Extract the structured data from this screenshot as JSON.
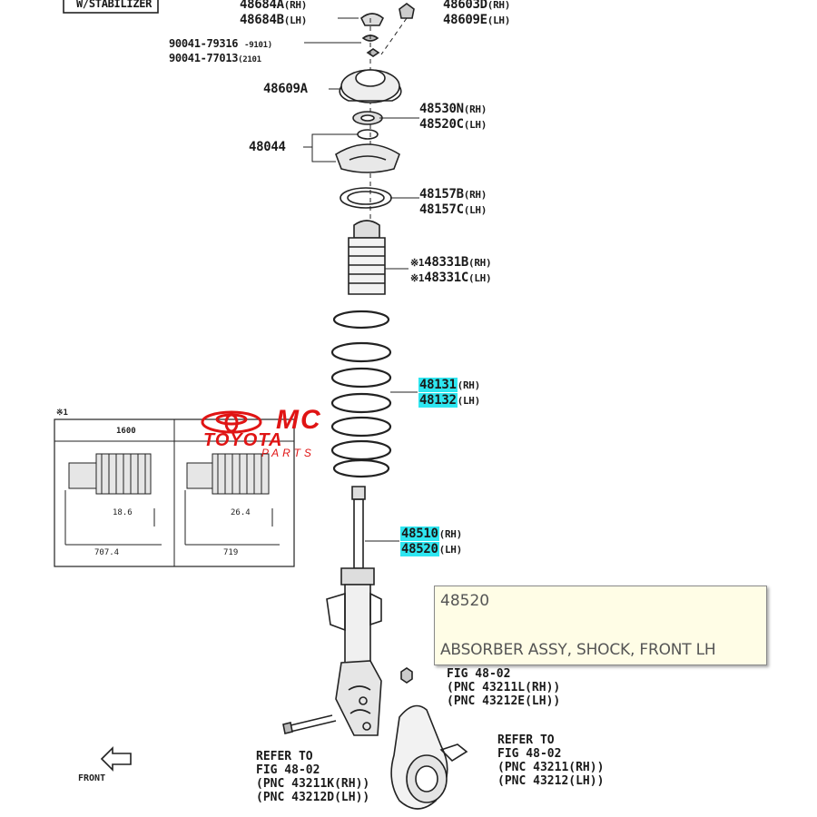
{
  "labels": {
    "stabilizer": "W/STABILIZER",
    "p48684a": "48684A",
    "p48684a_side": "(RH)",
    "p48684b": "48684B",
    "p48684b_side": "(LH)",
    "p48603d": "48603D",
    "p48603d_side": "(RH)",
    "p48609e": "48609E",
    "p48609e_side": "(LH)",
    "p90041_1": "90041-79316",
    "p90041_1_note": "-9101)",
    "p90041_2": "90041-77013",
    "p90041_2_note": "(2101",
    "p48609a": "48609A",
    "p48530n": "48530N",
    "p48530n_side": "(RH)",
    "p48520c": "48520C",
    "p48520c_side": "(LH)",
    "p48044": "48044",
    "p48157b": "48157B",
    "p48157b_side": "(RH)",
    "p48157c": "48157C",
    "p48157c_side": "(LH)",
    "p48331b": "48331B",
    "p48331b_side": "(RH)",
    "p48331c": "48331C",
    "p48331c_side": "(LH)",
    "star": "※1",
    "p48131": "48131",
    "p48131_side": "(RH)",
    "p48132": "48132",
    "p48132_side": "(LH)",
    "p48510": "48510",
    "p48510_side": "(RH)",
    "p48520": "48520",
    "p48520_side": "(LH)",
    "front": "FRONT"
  },
  "refs": {
    "upper_right": [
      "FIG 48-02",
      "(PNC 43211L(RH))",
      "(PNC 43212E(LH))"
    ],
    "lower_left": [
      "REFER TO",
      "FIG 48-02",
      "(PNC 43211K(RH))",
      "(PNC 43212D(LH))"
    ],
    "lower_right": [
      "REFER TO",
      "FIG 48-02",
      "(PNC 43211(RH))",
      "(PNC 43212(LH))"
    ]
  },
  "inset": {
    "title": "※1",
    "col1_header": "1600",
    "dim1": "18.6",
    "dim2": "26.4",
    "len1": "707.4",
    "len2": "719"
  },
  "watermark": {
    "brand": "MC",
    "line1": "TOYOTA",
    "line2": "PARTS",
    "color": "#e01414"
  },
  "tooltip": {
    "part_number": "48520",
    "description": "ABSORBER ASSY, SHOCK, FRONT LH"
  },
  "colors": {
    "highlight": "#2ee6f0",
    "tooltip_bg": "#fffde6",
    "ink": "#1a1a1a"
  }
}
